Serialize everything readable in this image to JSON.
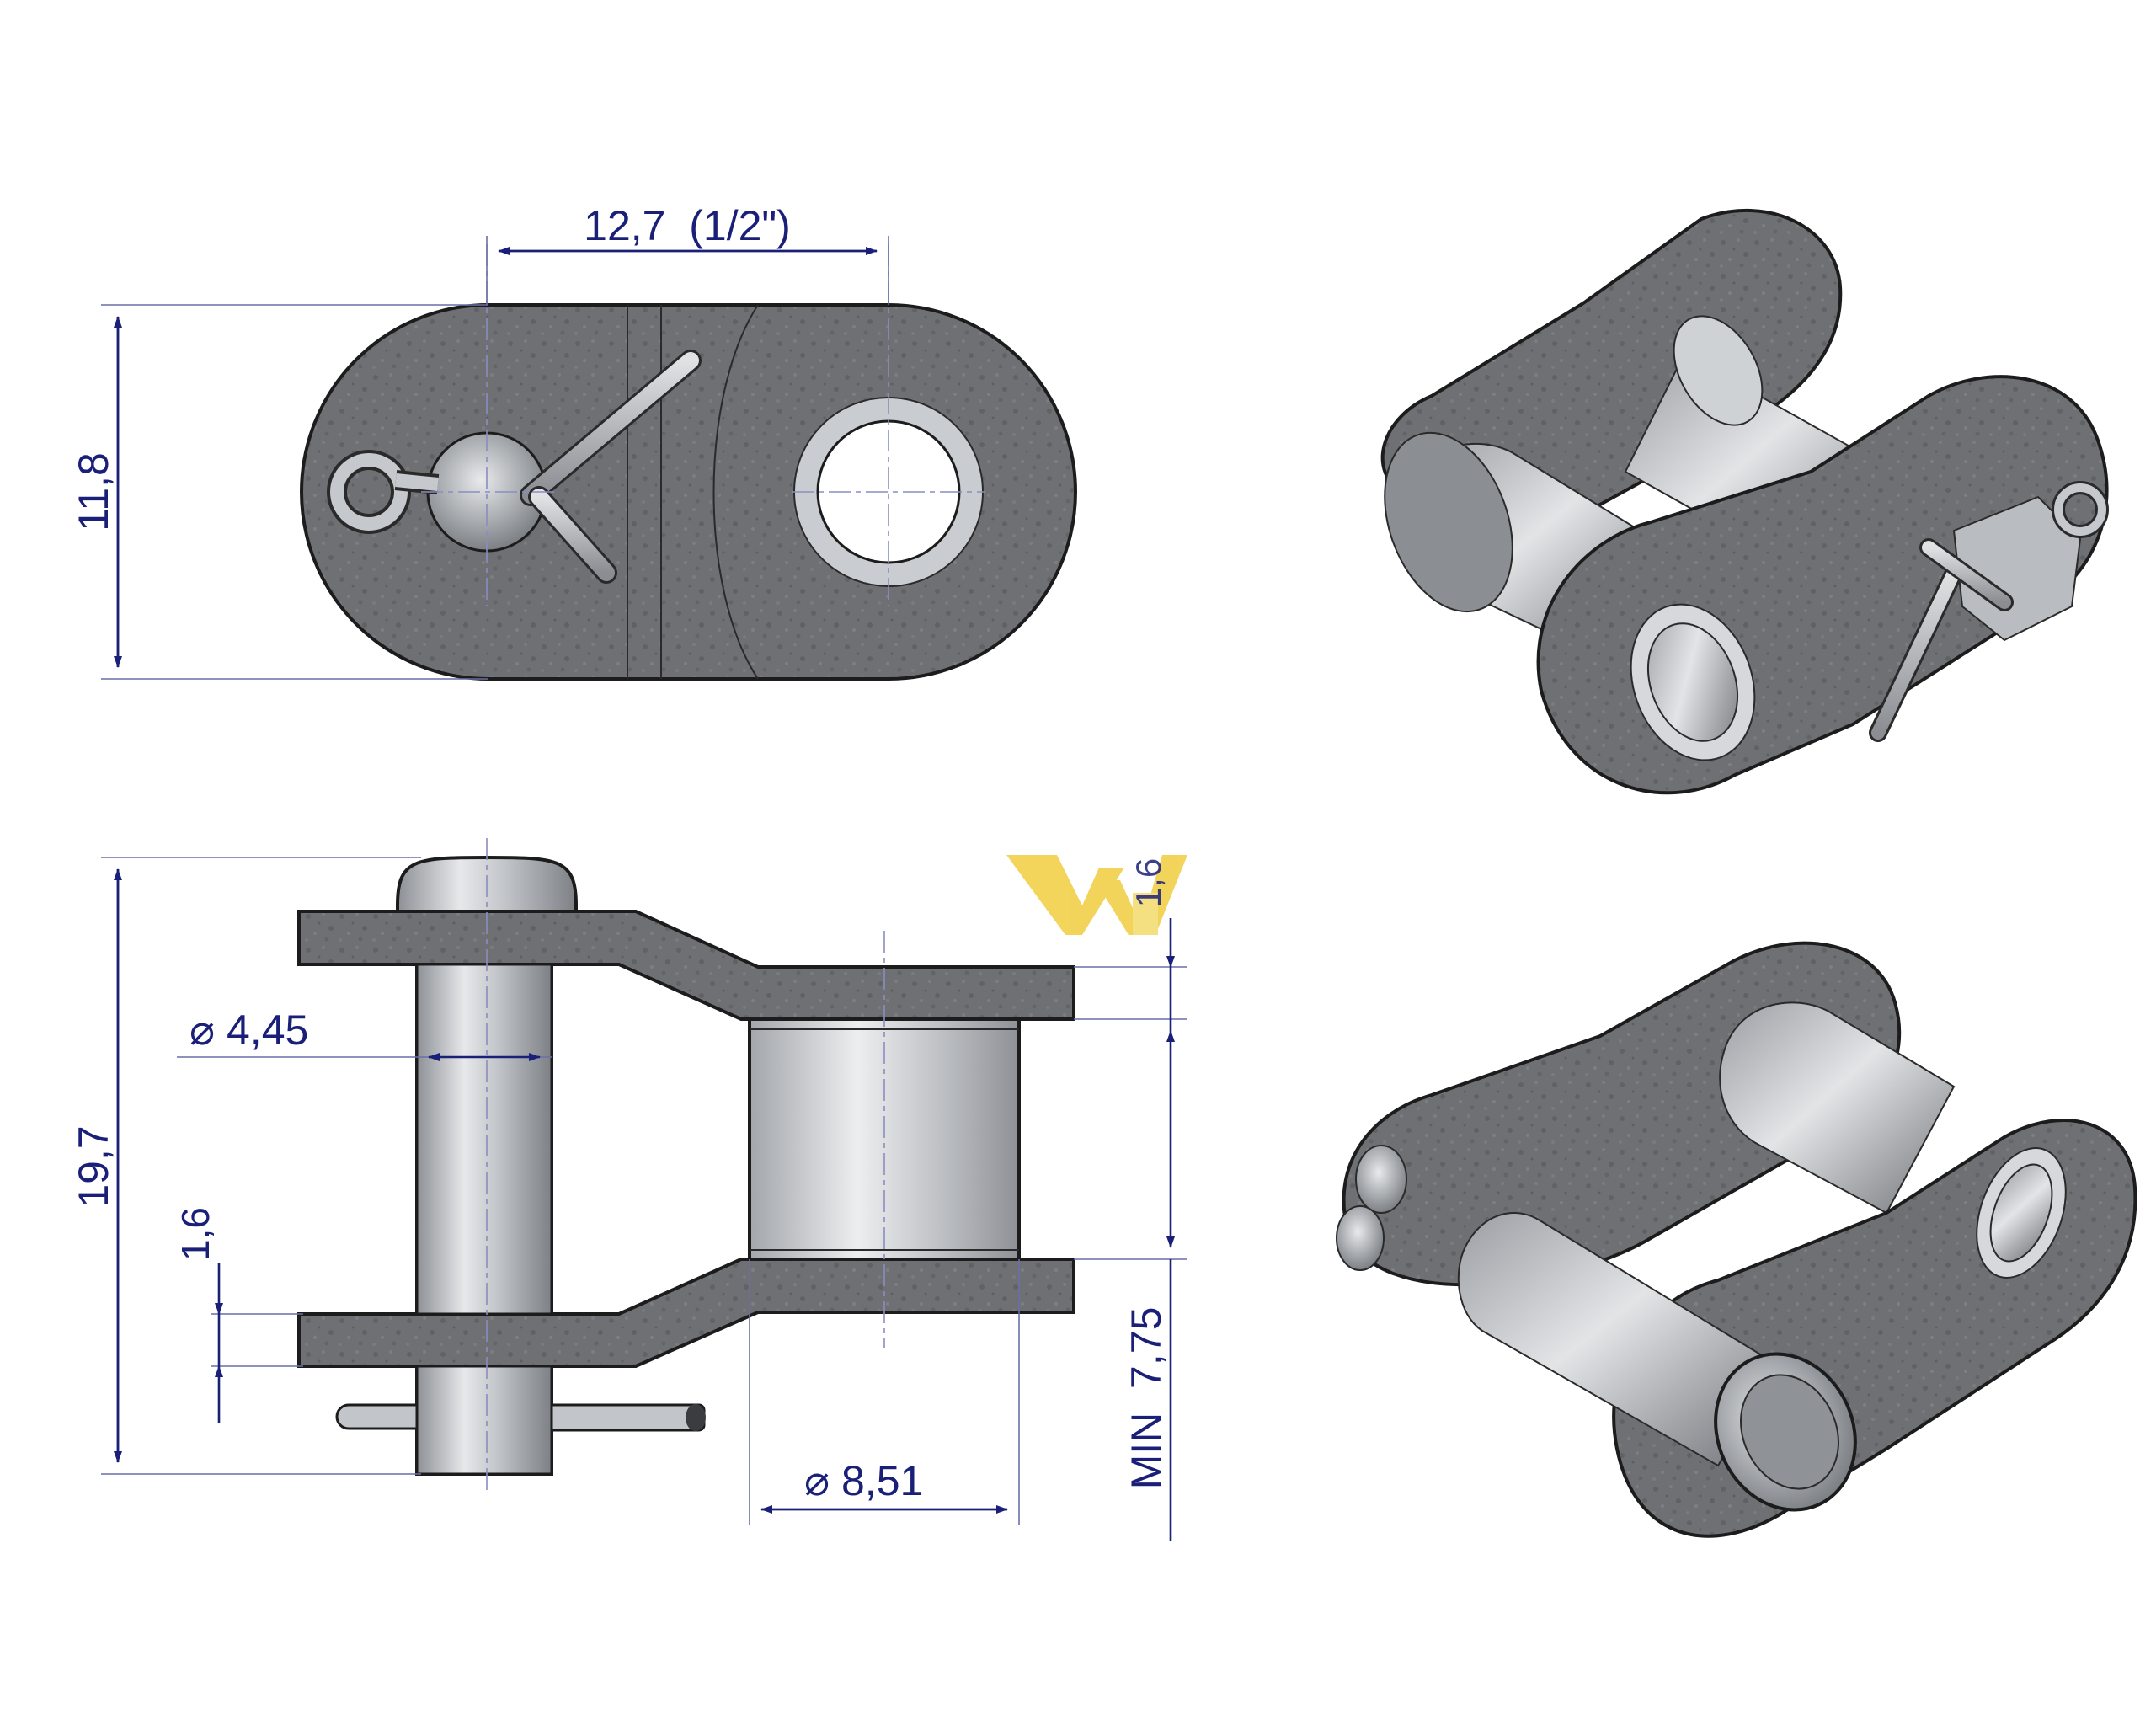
{
  "dimensions": {
    "pitch": "12,7  (1/2\")",
    "plate_height": "11,8",
    "overall_width": "19,7",
    "pin_diameter": "⌀ 4,45",
    "plate_thickness_bottom": "1,6",
    "plate_thickness_top": "1,6",
    "roller_diameter": "⌀ 8,51",
    "inner_width": "MIN  7,75"
  },
  "colors": {
    "dimension": "#1a1f78",
    "plate": "#6d6f73",
    "steel": "#b8bcc1",
    "logo": "#f2d04a"
  },
  "icons": [
    "watermark-logo-icon"
  ]
}
